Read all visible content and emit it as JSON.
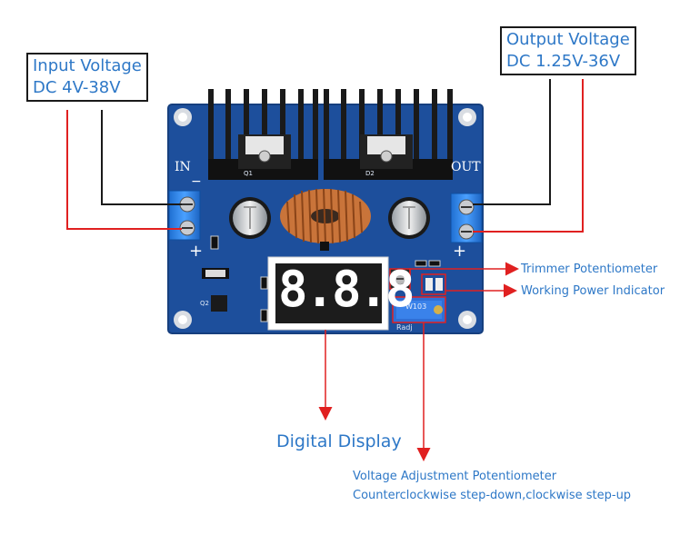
{
  "input_box": {
    "line1": "Input Voltage",
    "line2": "DC 4V-38V"
  },
  "output_box": {
    "line1": "Output Voltage",
    "line2": "DC 1.25V-36V"
  },
  "board": {
    "in_label": "IN",
    "out_label": "OUT",
    "q1": "Q1",
    "d2": "D2",
    "q2": "Q2",
    "radj": "Radj",
    "pot_code": "W103",
    "display_text": "8.8.8",
    "plus": "+",
    "minus": "−"
  },
  "annotations": {
    "trimmer": "Trimmer Potentiometer",
    "power_indicator": "Working Power Indicator",
    "digital_display": "Digital Display",
    "adj_line1": "Voltage Adjustment Potentiometer",
    "adj_line2": "Counterclockwise step-down,clockwise step-up"
  },
  "colors": {
    "board": "#1d4f9c",
    "callout_text": "#2e78c7",
    "arrow": "#e02020",
    "wire": "#1a1a1a"
  }
}
